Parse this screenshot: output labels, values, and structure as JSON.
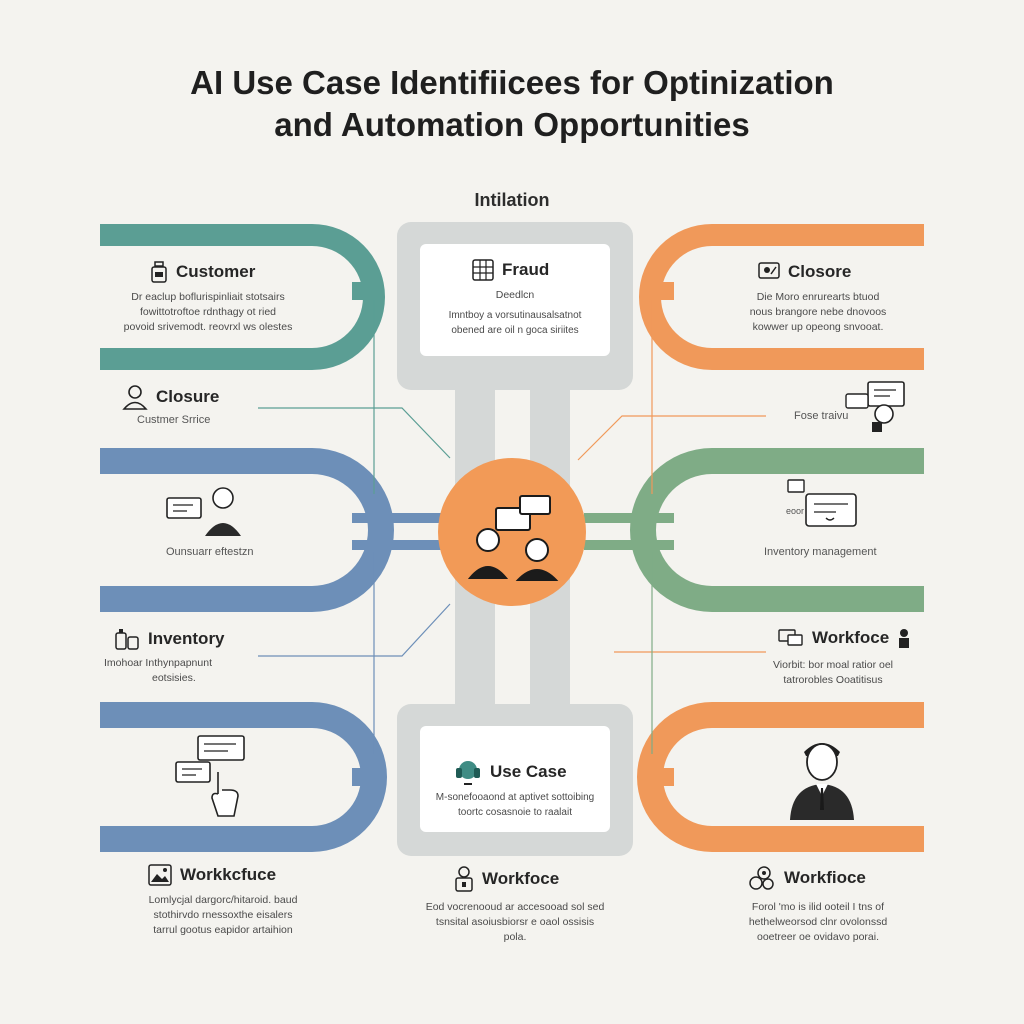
{
  "header": {
    "title_line1": "AI Use Case Identifiicees for Optinization",
    "title_line2": "and Automation Opportunities",
    "top_label": "Intilation"
  },
  "colors": {
    "teal": "#5b9e94",
    "blue": "#6d8fb8",
    "green": "#7fac86",
    "orange": "#f0995a",
    "frame": "#d5d8d7",
    "hub": "#f29a57"
  },
  "cards": {
    "customer": {
      "title": "Customer",
      "icon": "bottle-icon",
      "lines": [
        "Dr eaclup boflurispinliait stotsairs",
        "fowittotroftoe rdnthagy ot ried",
        "povoid srivemodt. reovrxl ws olestes"
      ]
    },
    "closure_top": {
      "title": "Closore",
      "icon": "screen-icon",
      "lines": [
        "Die Moro enrurearts btuod",
        "nous brangore nebe dnovoos",
        "kowwer up opeong snvooat."
      ]
    },
    "fraud": {
      "title": "Fraud",
      "icon": "grid-icon",
      "subtitle": "Deedlcn",
      "lines": [
        "Imntboy a vorsutinausalsatnot",
        "obened are oil n goca siriites"
      ]
    },
    "closure_left": {
      "title": "Closure",
      "icon": "person-icon",
      "caption": "Custmer Srrice"
    },
    "consumer": {
      "icon": "chat-agent-icon",
      "caption": "Ounsuarr eftestzn"
    },
    "inventory_right": {
      "icon": "chat-icon",
      "badge": "eoor",
      "caption": "Inventory management"
    },
    "fee": {
      "icon": "workflow-icon",
      "caption": "Fose traivu"
    },
    "inventory_left": {
      "title": "Inventory",
      "icon": "bottles-icon",
      "lines": [
        "Imohoar Inthynpapnunt",
        "eotsisies."
      ]
    },
    "workfoce_right": {
      "title": "Workfoce",
      "icon": "chat-icon",
      "lines": [
        "Viorbit: bor moal ratior oel",
        "tatrorobles Ooatitisus"
      ]
    },
    "touch": {
      "icon": "touch-chat-icon"
    },
    "use_case": {
      "title": "Use Case",
      "icon": "headset-icon",
      "lines": [
        "M-sonefooaond at aptivet sottoibing",
        "toortc cosasnoie to raalait"
      ]
    },
    "agent": {
      "icon": "agent-icon"
    },
    "workkcfuce": {
      "title": "Workkcfuce",
      "icon": "image-icon",
      "lines": [
        "Lomlycjal dargorc/hitaroid. baud",
        "stothirvdo rnessoxthe eisalers",
        "tarrul gootus eapidor artaihion"
      ]
    },
    "workfoce_bottom": {
      "title": "Workfoce",
      "icon": "person-badge-icon",
      "lines": [
        "Eod vocrenooud ar accesooad sol sed",
        "tsnsital asoiusbiorsr e oaol ossisis",
        "pola."
      ]
    },
    "workfioce": {
      "title": "Workfioce",
      "icon": "gears-icon",
      "lines": [
        "Forol 'mo is ilid ooteil I tns of",
        "hethelweorsod clnr ovolonssd",
        "ooetreer oe ovidavo porai."
      ]
    }
  }
}
